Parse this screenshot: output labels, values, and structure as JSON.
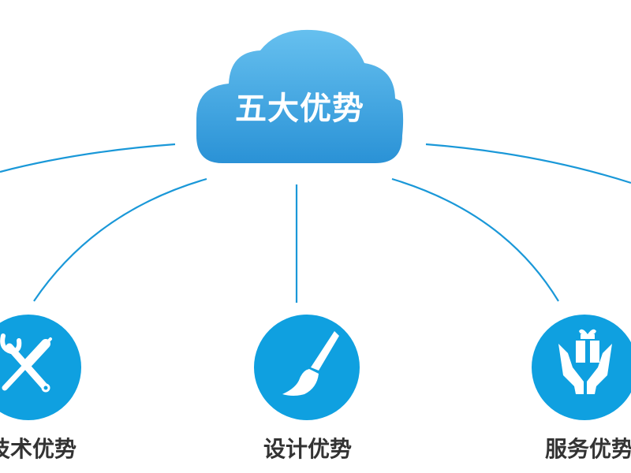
{
  "center": {
    "title": "五大优势"
  },
  "nodes": [
    {
      "label": "技术优势",
      "icon": "wrench-screwdriver-icon"
    },
    {
      "label": "设计优势",
      "icon": "paintbrush-icon"
    },
    {
      "label": "服务优势",
      "icon": "hands-gift-icon"
    }
  ],
  "colors": {
    "accent": "#0fa0e0",
    "cloud_top": "#66c0ef",
    "cloud_bottom": "#2a92d6",
    "connector": "#1a98d8",
    "label_text": "#333333"
  }
}
